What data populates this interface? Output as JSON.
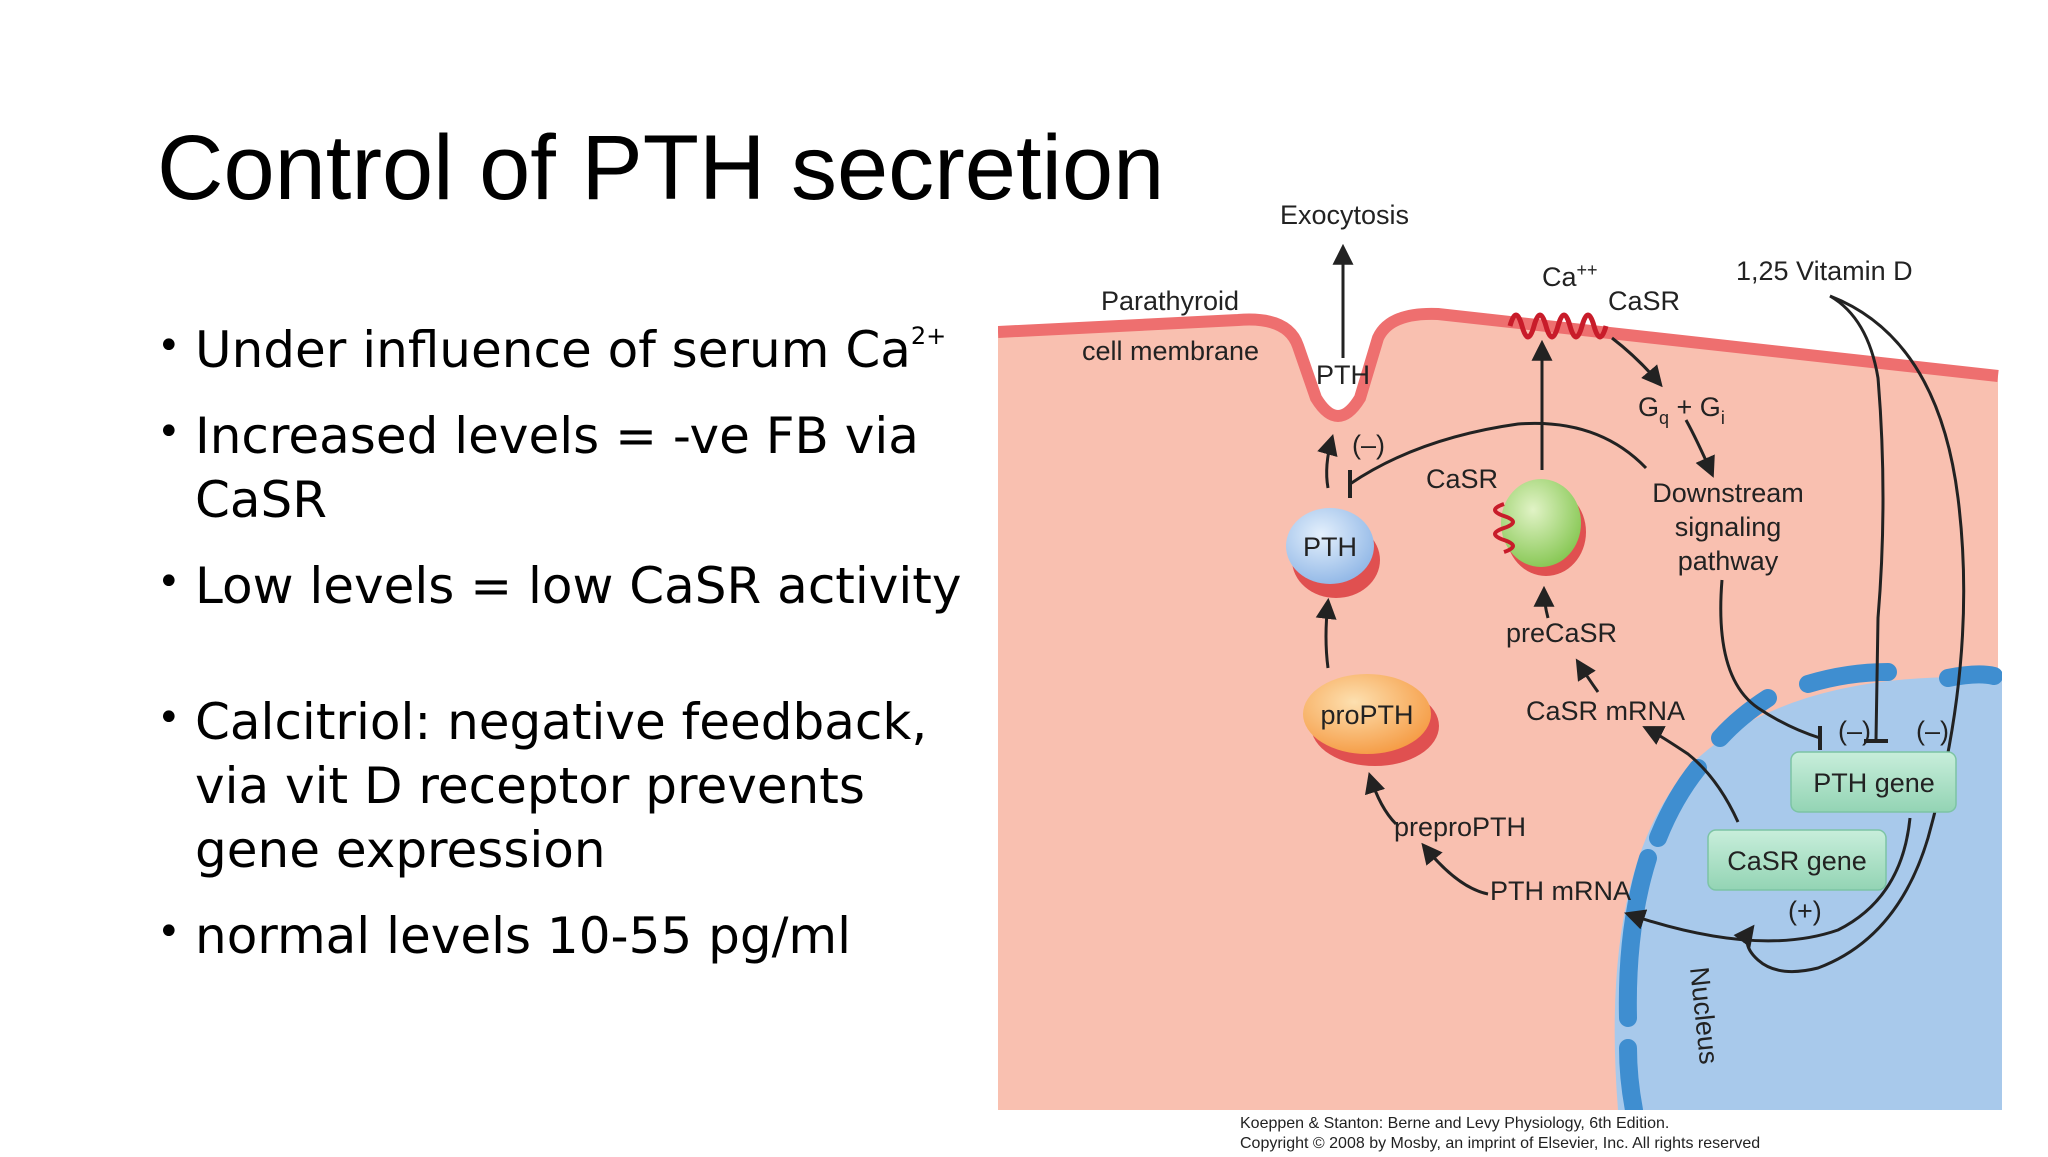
{
  "slide": {
    "title": "Control of PTH secretion",
    "bullets": [
      {
        "text": "Under influence of serum Ca",
        "superscript": "2+"
      },
      {
        "text": "Increased levels = -ve FB via CaSR"
      },
      {
        "text": "Low levels = low CaSR activity"
      },
      {
        "text": "Calcitriol: negative feedback, via vit D receptor prevents gene expression"
      },
      {
        "text": "normal levels 10-55 pg/ml"
      }
    ]
  },
  "diagram": {
    "colors": {
      "cell": "#f9c0b0",
      "membrane": "#ee6f6f",
      "nucleus": "#a8c9eb",
      "nuclear_envelope": "#3f8ed0",
      "pth_vesicle": "#a9c9ef",
      "propth_vesicle": "#f6a85a",
      "casr_vesicle": "#9ed265",
      "gene_box": "#a9dfc6"
    },
    "labels": {
      "exocytosis": "Exocytosis",
      "parathyroid": "Parathyroid",
      "cell_membrane": "cell membrane",
      "pth_secreted": "PTH",
      "ca": "Ca",
      "ca_sup": "++",
      "casr_membrane": "CaSR",
      "vitamin_d": "1,25 Vitamin D",
      "gq": "G",
      "gq_sub": "q",
      "plus": " + G",
      "gi_sub": "i",
      "inhibit_pth": "(–)",
      "casr_vesicle": "CaSR",
      "downstream_1": "Downstream",
      "downstream_2": "signaling",
      "downstream_3": "pathway",
      "pth_vesicle": "PTH",
      "precasr": "preCaSR",
      "casr_mrna": "CaSR mRNA",
      "propth": "proPTH",
      "inhibit_gene_1": "(–)",
      "inhibit_gene_2": "(–)",
      "pth_gene": "PTH gene",
      "prepropth": "preproPTH",
      "casr_gene": "CaSR gene",
      "pth_mrna": "PTH mRNA",
      "stimulate": "(+)",
      "nucleus": "Nucleus"
    },
    "credit_1": "Koeppen & Stanton: Berne and Levy Physiology, 6th Edition.",
    "credit_2": "Copyright © 2008 by Mosby, an imprint of Elsevier, Inc. All rights reserved"
  }
}
